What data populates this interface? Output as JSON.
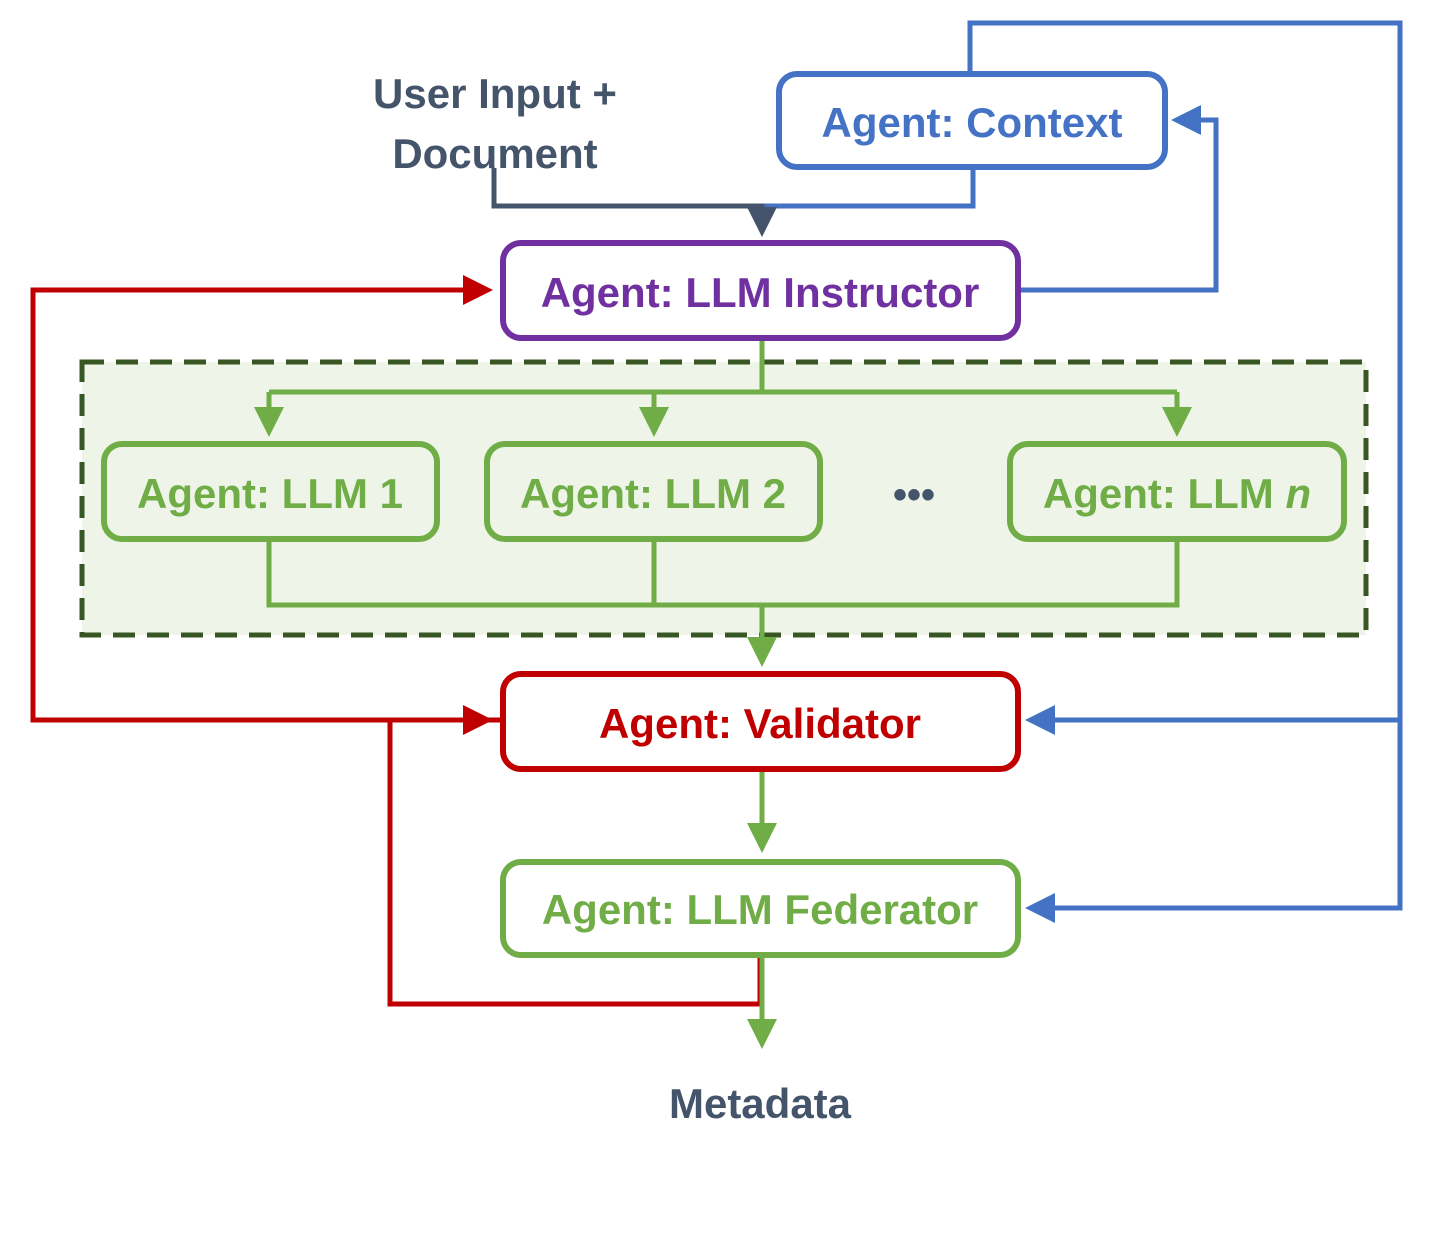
{
  "colors": {
    "slate": "#44546A",
    "blue": "#4472C4",
    "purple": "#7030A0",
    "green": "#70AD47",
    "dark_green": "#375623",
    "group_fill": "#EEF5E8",
    "red": "#C00000"
  },
  "input": {
    "line1": "User Input +",
    "line2": "Document"
  },
  "agents": {
    "context": "Agent: Context",
    "instructor": "Agent: LLM Instructor",
    "llm1": "Agent: LLM 1",
    "llm2": "Agent: LLM 2",
    "ellipsis": "•••",
    "llmn_prefix": "Agent: LLM ",
    "llmn_var": "n",
    "validator": "Agent: Validator",
    "federator": "Agent: LLM Federator"
  },
  "output": {
    "label": "Metadata"
  }
}
